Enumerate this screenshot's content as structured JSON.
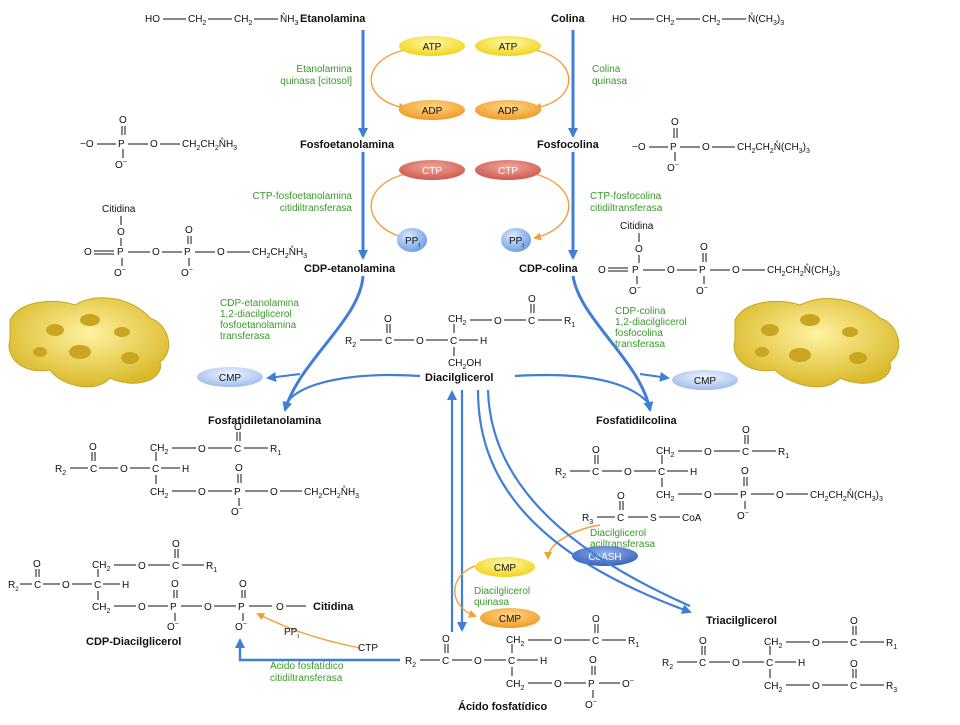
{
  "compounds": {
    "etanolamina": "Etanolamina",
    "colina": "Colina",
    "fosfoetanolamina": "Fosfoetanolamina",
    "fosfocolina": "Fosfocolina",
    "cdp_etanolamina": "CDP-etanolamina",
    "cdp_colina": "CDP-colina",
    "diacilglicerol": "Diacilglicerol",
    "fosfatidiletanolamina": "Fosfatidiletanolamina",
    "fosfatidilcolina": "Fosfatidilcolina",
    "cdp_diacilglicerol": "CDP-Diacilglicerol",
    "triacilglicerol": "Triacilglicerol",
    "acido_fosfatidico": "Ácido fosfatídico"
  },
  "enzymes": {
    "etanolamina_quinasa": [
      "Etanolamina",
      "quinasa [citosol]"
    ],
    "colina_quinasa": [
      "Colina",
      "quinasa"
    ],
    "ctp_fosfoetanolamina": [
      "CTP-fosfoetanolamina",
      "citidiltransferasa"
    ],
    "ctp_fosfocolina": [
      "CTP-fosfocolina",
      "citidiltransferasa"
    ],
    "cdp_etanolamina_transferasa": [
      "CDP-etanolamina",
      "1,2-diacilglicerol",
      "fosfoetanolamina",
      "transferasa"
    ],
    "cdp_colina_transferasa": [
      "CDP-colina",
      "1,2-diacilglicerol",
      "fosfocolina",
      "transferasa"
    ],
    "diacilglicerol_aciltransferasa": [
      "Diacilglicerol",
      "aciltransferasa"
    ],
    "diacilglicerol_quinasa": [
      "Diacilglicerol",
      "quinasa"
    ],
    "acido_fosfatidico_citidiltransferasa": [
      "Ácido fosfatídico",
      "citidiltransferasa"
    ]
  },
  "pills": {
    "atp": "ATP",
    "adp": "ADP",
    "ctp": "CTP",
    "ppi": "PP",
    "ppi_sub": "i",
    "cmp": "CMP",
    "coash": "CoASH"
  },
  "cofactors": {
    "ppi": "PP",
    "ppi_sub": "i",
    "ctp": "CTP"
  },
  "structures": {
    "etanolamina": "HO—CH2—CH2—NH3+",
    "colina": "HO—CH2—CH2—N+(CH3)3",
    "fosfoetanolamina": "−O—P(=O)(O−)—O—CH2CH2NH3+",
    "fosfocolina": "−O—P(=O)(O−)—O—CH2CH2N+(CH3)3",
    "citidina": "Citidina",
    "acyl_coa": "R3—C(=O)—S—CoA"
  },
  "colors": {
    "arrow_blue": "#3f7fd6",
    "enzyme_green": "#3a9a2a",
    "atp_yellow": "#f4e021",
    "adp_orange": "#f2a52a",
    "ctp_red": "#d9675c",
    "ppi_blue": "#8fb7ea",
    "cmp_blue": "#b9cdf1",
    "coash_blue": "#4a6fc4",
    "membrane_yellow": "#e6cb3a"
  }
}
